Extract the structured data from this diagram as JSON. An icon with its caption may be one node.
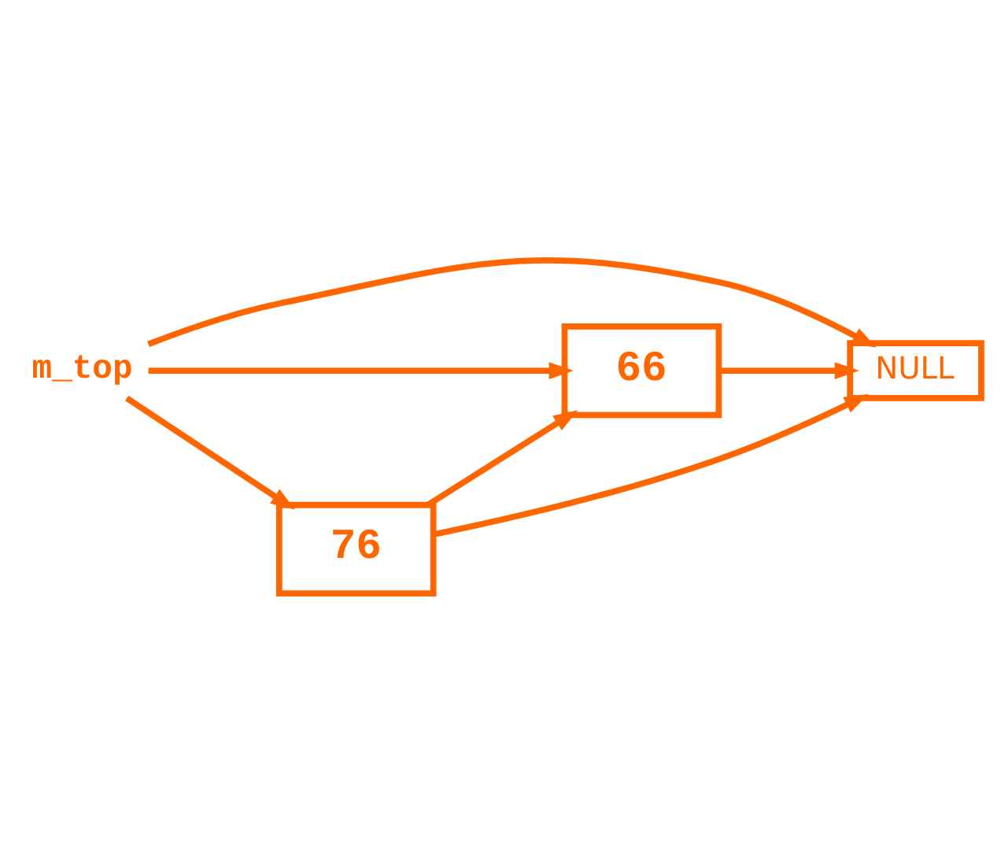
{
  "diagram": {
    "nodes": [
      {
        "text": [
          "m_top"
        ]
      },
      {
        "text": [
          "NULL"
        ]
      },
      {
        "text": [
          "66"
        ]
      },
      {
        "text": [
          "76"
        ]
      }
    ],
    "edges": [
      {
        "from": 0,
        "to": 1,
        "arrow": "to"
      },
      {
        "from": 0,
        "to": 2,
        "arrow": "to"
      },
      {
        "from": 0,
        "to": 3,
        "arrow": "to"
      },
      {
        "from": 2,
        "to": 1,
        "arrow": "to"
      },
      {
        "from": 3,
        "to": 2,
        "arrow": "to"
      },
      {
        "from": 3,
        "to": 1,
        "arrow": "to"
      }
    ]
  }
}
